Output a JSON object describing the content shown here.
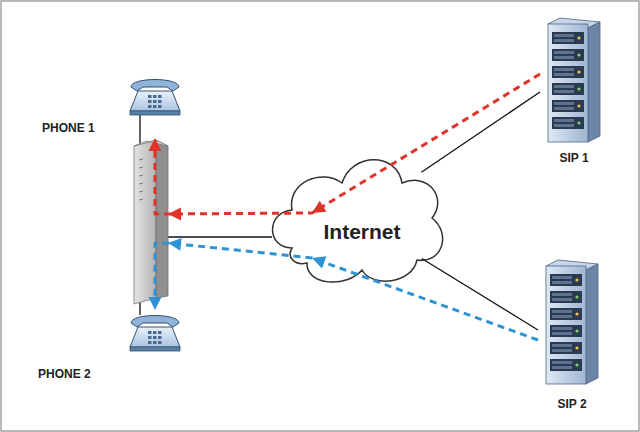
{
  "diagram": {
    "nodes": [
      {
        "text": [
          "PHONE 1"
        ]
      },
      {
        "text": [
          "Internet"
        ]
      },
      {
        "text": [
          "SIP 1"
        ]
      },
      {
        "text": [
          "PHONE 2"
        ]
      },
      {
        "text": [
          "SIP 2"
        ]
      }
    ],
    "edges": [
      {
        "from": 1,
        "to": 2,
        "arrow": "none"
      },
      {
        "from": 1,
        "to": 4,
        "arrow": "none"
      },
      {
        "from": 2,
        "to": 0,
        "arrow": "to"
      },
      {
        "from": 4,
        "to": 3,
        "arrow": "to"
      }
    ]
  }
}
